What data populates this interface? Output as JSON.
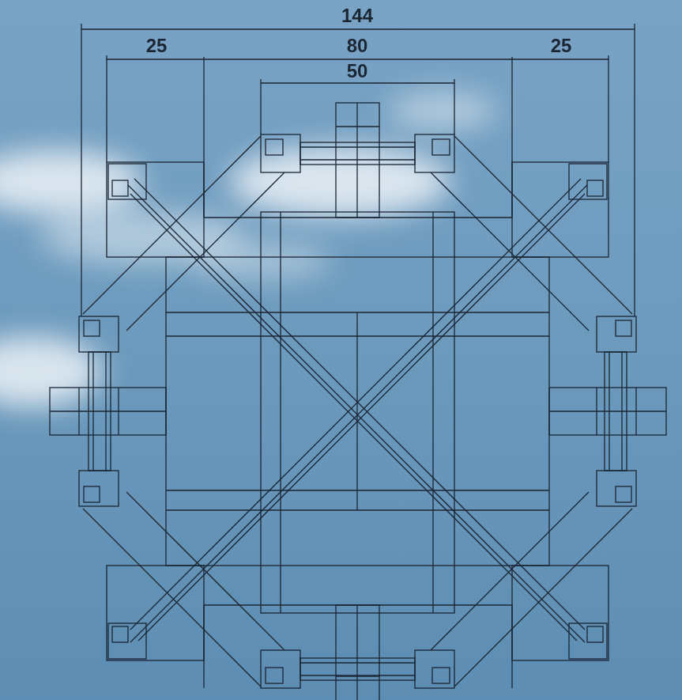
{
  "diagram": {
    "labels": [
      "144",
      "25",
      "80",
      "25",
      "50"
    ]
  }
}
